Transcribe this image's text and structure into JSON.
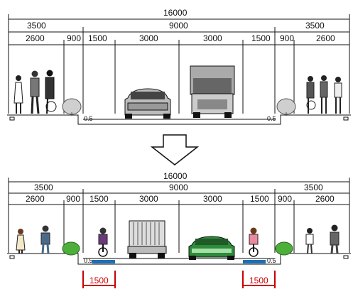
{
  "before": {
    "total": "16000",
    "halves": [
      "3500",
      "9000",
      "3500"
    ],
    "segments": [
      "2600",
      "900",
      "1500",
      "3000",
      "3000",
      "1500",
      "900",
      "2600"
    ],
    "curb_left": "0.5",
    "curb_right": "0.5"
  },
  "after": {
    "total": "16000",
    "halves": [
      "3500",
      "9000",
      "3500"
    ],
    "segments": [
      "2600",
      "900",
      "1500",
      "3000",
      "3000",
      "1500",
      "900",
      "2600"
    ],
    "curb_left": "0.5",
    "curb_right": "0.5",
    "bike_lane_left": "1500",
    "bike_lane_right": "1500"
  },
  "colors": {
    "line": "#111111",
    "bike_lane": "#1e6fb5",
    "highlight": "#cc0000",
    "car_after": "#2e8b3a",
    "shrub": "#cfcfcf",
    "shrub_after": "#4caf3a"
  },
  "icons": {
    "arrow": "down-arrow-icon"
  }
}
